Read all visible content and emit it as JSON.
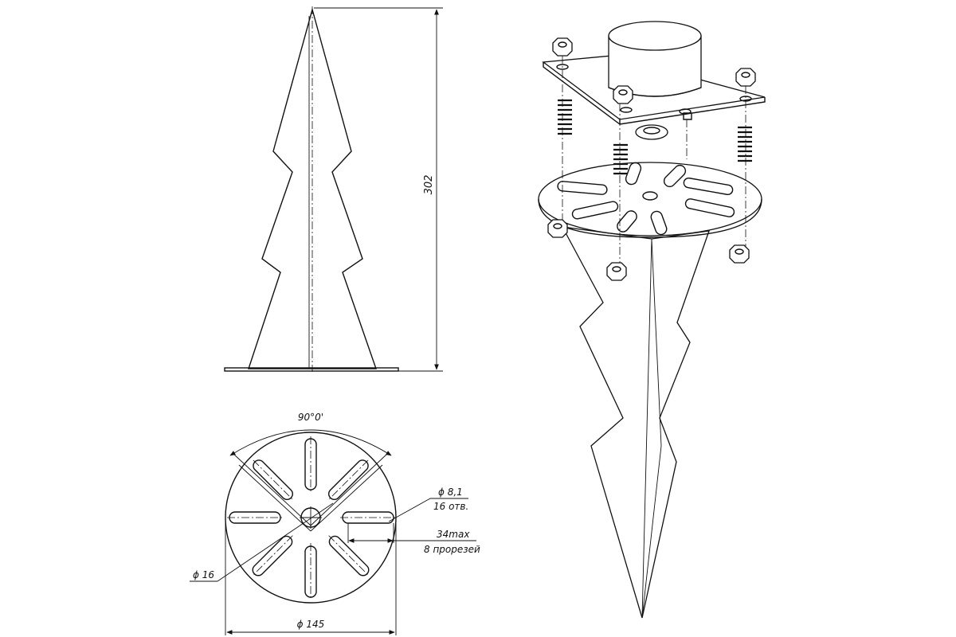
{
  "drawing": {
    "side_view": {
      "height_label": "302"
    },
    "plan_view": {
      "angle_label": "90°0'",
      "hole_diameter_label": "ϕ 8,1",
      "hole_count_label": "16 отв.",
      "slot_length_label": "34max",
      "slot_count_label": "8 прорезей",
      "center_hole_label": "ϕ 16",
      "disk_diameter_label": "ϕ 145"
    },
    "exploded_view": {}
  }
}
